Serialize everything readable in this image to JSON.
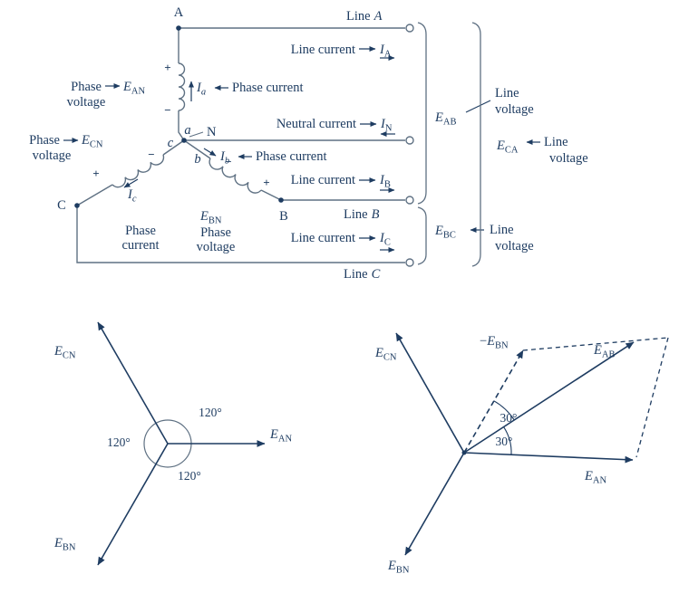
{
  "colors": {
    "ink": "#1e3c61",
    "wire": "#5f7183"
  },
  "circuit": {
    "terminals": {
      "A": "A",
      "B": "B",
      "C": "C",
      "N": "N",
      "a": "a",
      "b": "b",
      "c": "c"
    },
    "polarity": {
      "plus": "+",
      "minus": "−"
    },
    "words": {
      "line": "Line",
      "phase": "Phase",
      "voltage": "voltage",
      "current": "current",
      "line_current": "Line current",
      "neutral_current": "Neutral current",
      "phase_current": "Phase current"
    },
    "symbols": {
      "E": "E",
      "I": "I",
      "neg": "−",
      "AN": "AN",
      "BN": "BN",
      "CN": "CN",
      "AB": "AB",
      "CA": "CA",
      "BC": "BC",
      "A": "A",
      "B": "B",
      "C": "C",
      "N": "N",
      "a": "a",
      "b": "b",
      "c": "c"
    }
  },
  "phasors": {
    "angle_120": "120°",
    "angle_30": "30°"
  }
}
